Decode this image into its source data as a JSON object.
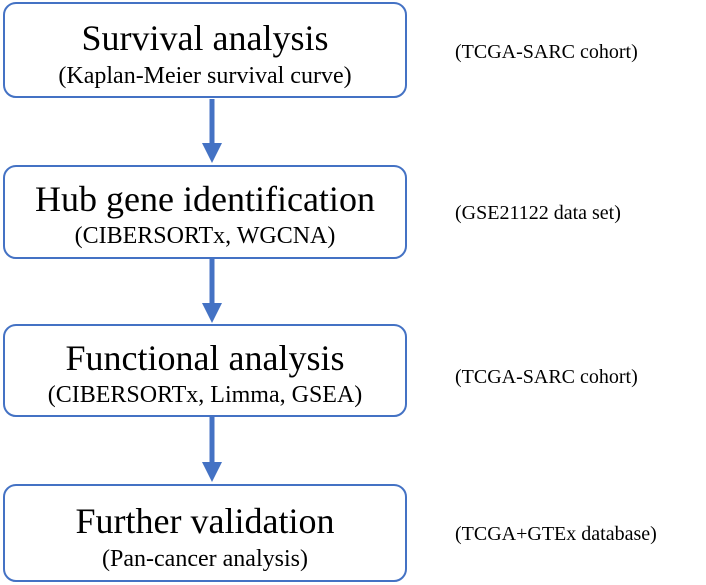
{
  "steps": [
    {
      "title": "Survival analysis",
      "subtitle": "(Kaplan-Meier survival curve)",
      "note": "(TCGA-SARC cohort)"
    },
    {
      "title": "Hub gene identification",
      "subtitle": "(CIBERSORTx, WGCNA)",
      "note": "(GSE21122 data set)"
    },
    {
      "title": "Functional analysis",
      "subtitle": "(CIBERSORTx, Limma, GSEA)",
      "note": "(TCGA-SARC cohort)"
    },
    {
      "title": "Further validation",
      "subtitle": "(Pan-cancer analysis)",
      "note": "(TCGA+GTEx database)"
    }
  ],
  "colors": {
    "box_border": "#4472c4",
    "arrow": "#4472c4",
    "text": "#000000"
  }
}
